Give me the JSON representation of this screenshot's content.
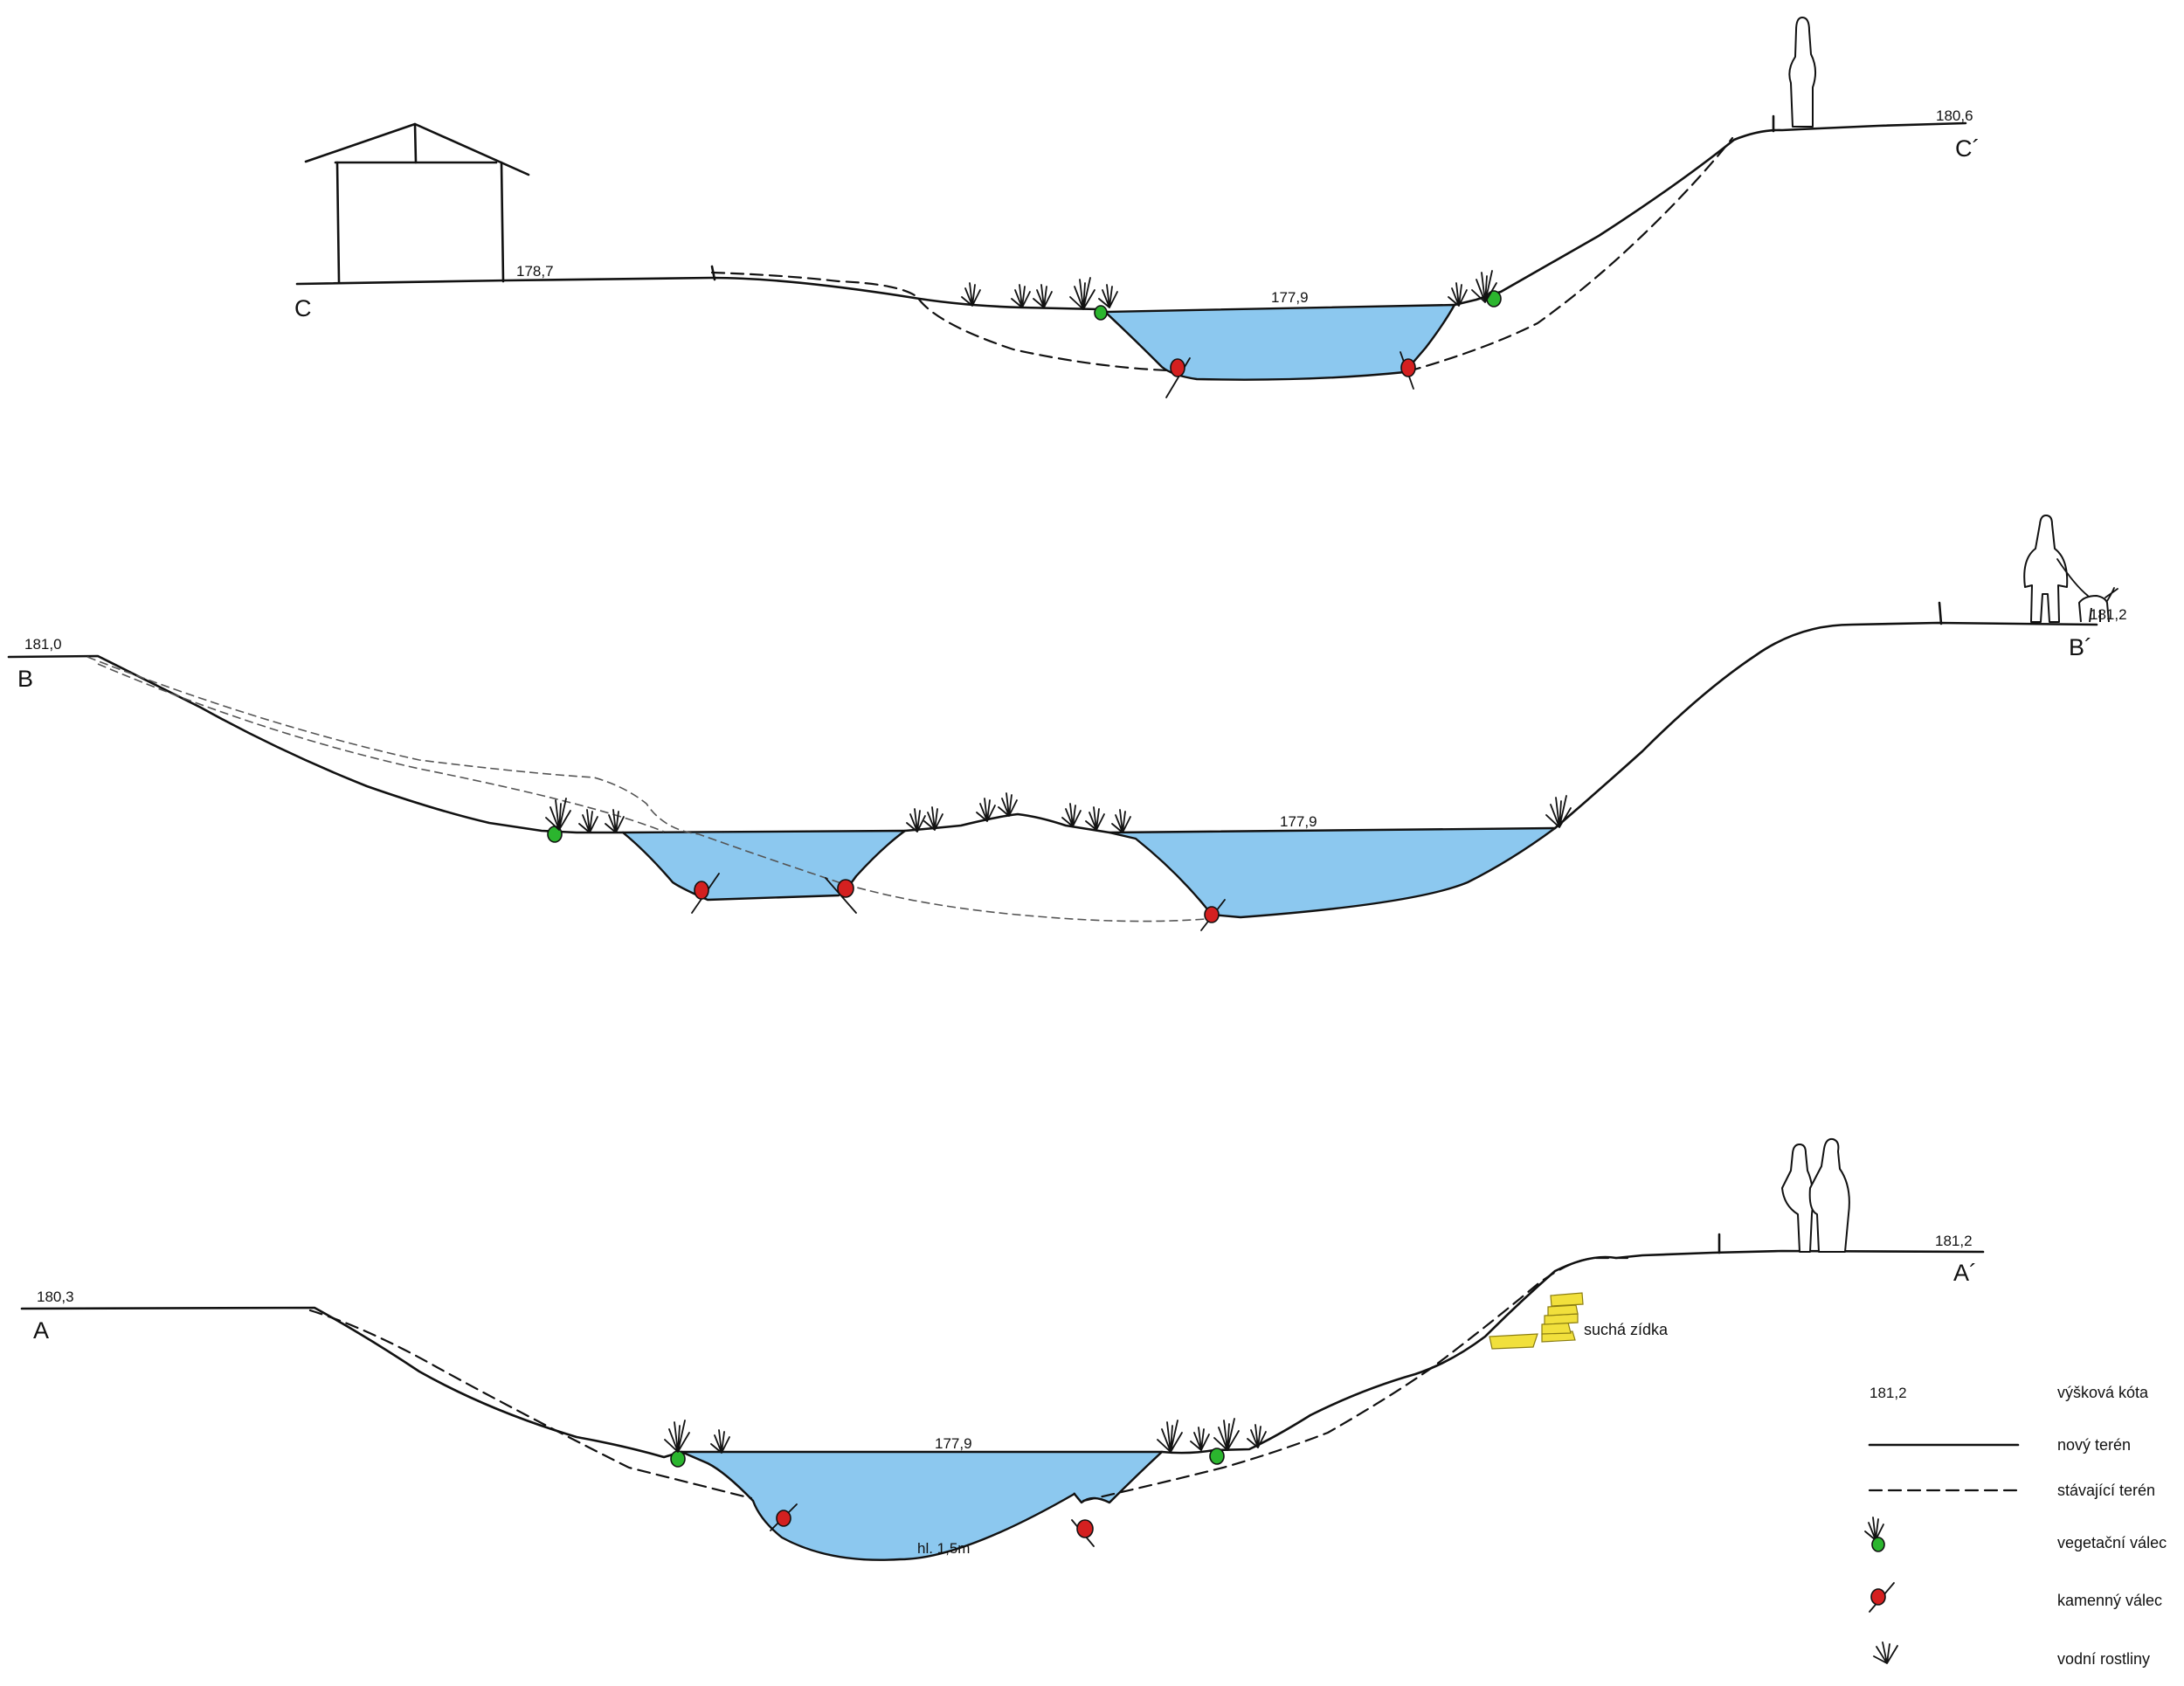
{
  "sections": {
    "c": {
      "start_label": "C",
      "end_label": "C´",
      "ground_level": "178,7",
      "water_level": "177,9",
      "top_level": "180,6"
    },
    "b": {
      "start_label": "B",
      "end_label": "B´",
      "left_level": "181,0",
      "water_level": "177,9",
      "right_level": "181,2"
    },
    "a": {
      "start_label": "A",
      "end_label": "A´",
      "left_level": "180,3",
      "water_level": "177,9",
      "depth": "hl. 1,5m",
      "right_level": "181,2",
      "wall_label": "suchá zídka"
    }
  },
  "legend": {
    "level_sample": "181,2",
    "level_label": "výšková kóta",
    "new_terrain": "nový terén",
    "existing_terrain": "stávající terén",
    "vegetation_roll": "vegetační válec",
    "stone_roll": "kamenný válec",
    "water_plants": "vodní rostliny"
  },
  "colors": {
    "water": "#8cc8ef",
    "stone_roll": "#d42020",
    "vegetation_roll": "#2bb52e",
    "dry_wall": "#f1e03c"
  }
}
